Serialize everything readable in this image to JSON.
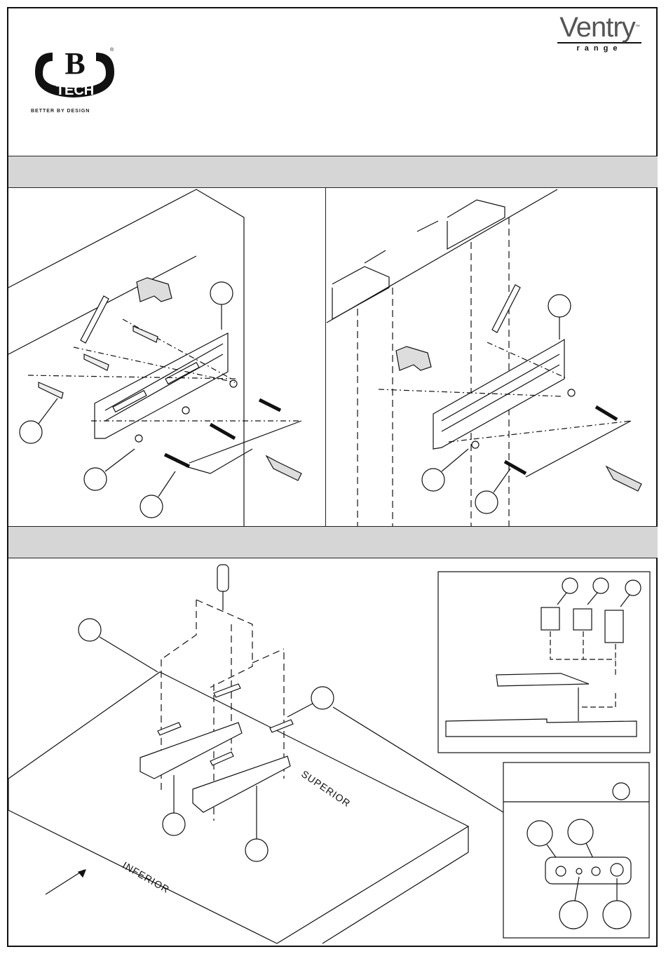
{
  "header": {
    "brand": {
      "logo_letter": "B",
      "logo_word": "TECH",
      "tagline": "BETTER BY DESIGN",
      "registered_mark": "®"
    },
    "product_logo": {
      "name": "Ventry",
      "subtitle": "range",
      "trademark": "™"
    }
  },
  "steps": {
    "step2_section_header": "",
    "step3_section_header": ""
  },
  "labels": {
    "superior": "SUPERIOR",
    "inferior": "INFERIOR"
  },
  "colors": {
    "band": "#d6d6d6",
    "line": "#111111"
  }
}
